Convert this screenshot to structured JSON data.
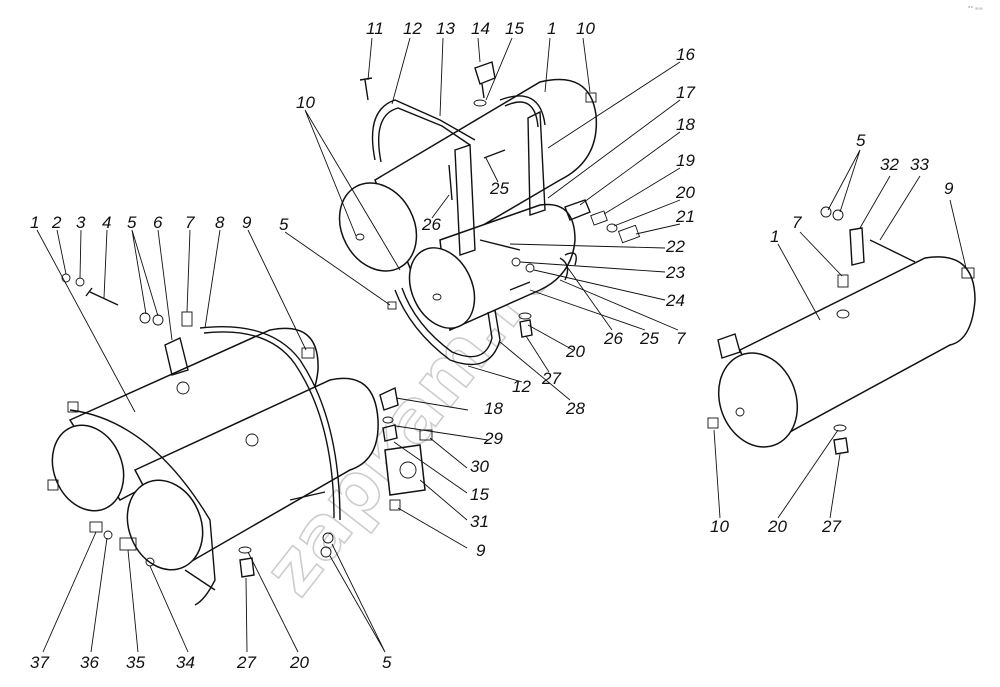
{
  "watermark": "zapkam.ru",
  "corner_mark": "°° ∞∞",
  "callouts": [
    {
      "id": "c11",
      "text": "11"
    },
    {
      "id": "c12a",
      "text": "12"
    },
    {
      "id": "c13",
      "text": "13"
    },
    {
      "id": "c14",
      "text": "14"
    },
    {
      "id": "c15a",
      "text": "15"
    },
    {
      "id": "c1a",
      "text": "1"
    },
    {
      "id": "c10a",
      "text": "10"
    },
    {
      "id": "c16",
      "text": "16"
    },
    {
      "id": "c17",
      "text": "17"
    },
    {
      "id": "c10b",
      "text": "10"
    },
    {
      "id": "c18a",
      "text": "18"
    },
    {
      "id": "c19",
      "text": "19"
    },
    {
      "id": "c20a",
      "text": "20"
    },
    {
      "id": "c21",
      "text": "21"
    },
    {
      "id": "c22",
      "text": "22"
    },
    {
      "id": "c23",
      "text": "23"
    },
    {
      "id": "c24",
      "text": "24"
    },
    {
      "id": "c25a",
      "text": "25"
    },
    {
      "id": "c26a",
      "text": "26"
    },
    {
      "id": "c26b",
      "text": "26"
    },
    {
      "id": "c25b",
      "text": "25"
    },
    {
      "id": "c7a",
      "text": "7"
    },
    {
      "id": "c20b",
      "text": "20"
    },
    {
      "id": "c27a",
      "text": "27"
    },
    {
      "id": "c28",
      "text": "28"
    },
    {
      "id": "c12b",
      "text": "12"
    },
    {
      "id": "c5a",
      "text": "5"
    },
    {
      "id": "c1b",
      "text": "1"
    },
    {
      "id": "c2",
      "text": "2"
    },
    {
      "id": "c3",
      "text": "3"
    },
    {
      "id": "c4",
      "text": "4"
    },
    {
      "id": "c5b",
      "text": "5"
    },
    {
      "id": "c6",
      "text": "6"
    },
    {
      "id": "c7b",
      "text": "7"
    },
    {
      "id": "c8",
      "text": "8"
    },
    {
      "id": "c9a",
      "text": "9"
    },
    {
      "id": "c18b",
      "text": "18"
    },
    {
      "id": "c29",
      "text": "29"
    },
    {
      "id": "c30",
      "text": "30"
    },
    {
      "id": "c15b",
      "text": "15"
    },
    {
      "id": "c31",
      "text": "31"
    },
    {
      "id": "c9b",
      "text": "9"
    },
    {
      "id": "c37",
      "text": "37"
    },
    {
      "id": "c36",
      "text": "36"
    },
    {
      "id": "c35",
      "text": "35"
    },
    {
      "id": "c34",
      "text": "34"
    },
    {
      "id": "c27b",
      "text": "27"
    },
    {
      "id": "c20c",
      "text": "20"
    },
    {
      "id": "c5c",
      "text": "5"
    },
    {
      "id": "c5d",
      "text": "5"
    },
    {
      "id": "c32",
      "text": "32"
    },
    {
      "id": "c33",
      "text": "33"
    },
    {
      "id": "c9c",
      "text": "9"
    },
    {
      "id": "c7c",
      "text": "7"
    },
    {
      "id": "c1c",
      "text": "1"
    },
    {
      "id": "c10c",
      "text": "10"
    },
    {
      "id": "c20d",
      "text": "20"
    },
    {
      "id": "c27c",
      "text": "27"
    }
  ]
}
